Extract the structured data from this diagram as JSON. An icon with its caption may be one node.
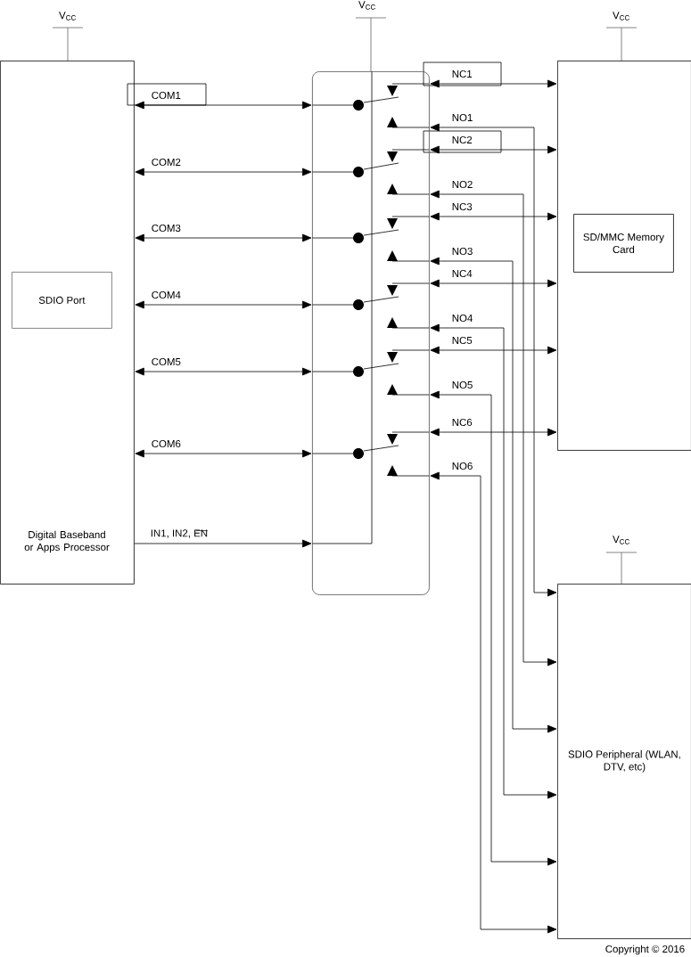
{
  "diagram": {
    "nodes": [
      {
        "text": [
          "Digital Baseband or Apps Processor"
        ]
      },
      {
        "text": [
          "SDIO Port"
        ],
        "in": 0
      },
      {
        "text": [],
        "shape": "box"
      },
      {
        "text": [],
        "shape": "box"
      },
      {
        "text": [
          "SD/MMC Memory Card"
        ],
        "in": 3
      },
      {
        "text": [
          "SDIO Peripheral (WLAN, DTV, etc)"
        ]
      }
    ],
    "edges": [
      {
        "from": 0,
        "to": 2,
        "arrow": "both",
        "label": "COM1"
      },
      {
        "from": 0,
        "to": 2,
        "arrow": "both",
        "label": "COM2"
      },
      {
        "from": 0,
        "to": 2,
        "arrow": "both",
        "label": "COM3"
      },
      {
        "from": 0,
        "to": 2,
        "arrow": "both",
        "label": "COM4"
      },
      {
        "from": 0,
        "to": 2,
        "arrow": "both",
        "label": "COM5"
      },
      {
        "from": 0,
        "to": 2,
        "arrow": "both",
        "label": "COM6"
      },
      {
        "from": 0,
        "to": 2,
        "arrow": "to",
        "label": "IN1, IN2, EN"
      },
      {
        "from": 2,
        "to": 3,
        "arrow": "both",
        "label": "NC1"
      },
      {
        "from": 2,
        "to": 3,
        "arrow": "both",
        "label": "NC2"
      },
      {
        "from": 2,
        "to": 3,
        "arrow": "both",
        "label": "NC3"
      },
      {
        "from": 2,
        "to": 3,
        "arrow": "both",
        "label": "NC4"
      },
      {
        "from": 2,
        "to": 3,
        "arrow": "both",
        "label": "NC5"
      },
      {
        "from": 2,
        "to": 3,
        "arrow": "both",
        "label": "NC6"
      },
      {
        "from": 2,
        "to": 5,
        "arrow": "both",
        "label": "NO1"
      },
      {
        "from": 2,
        "to": 5,
        "arrow": "both",
        "label": "NO2"
      },
      {
        "from": 2,
        "to": 5,
        "arrow": "both",
        "label": "NO3"
      },
      {
        "from": 2,
        "to": 5,
        "arrow": "both",
        "label": "NO4"
      },
      {
        "from": 2,
        "to": 5,
        "arrow": "both",
        "label": "NO5"
      },
      {
        "from": 2,
        "to": 5,
        "arrow": "both",
        "label": "NO6"
      }
    ],
    "labels": [
      "V$_{CC}$",
      "V$_{CC}$",
      "V$_{CC}$",
      "V$_{CC}$",
      "Copyright © 2016"
    ]
  }
}
